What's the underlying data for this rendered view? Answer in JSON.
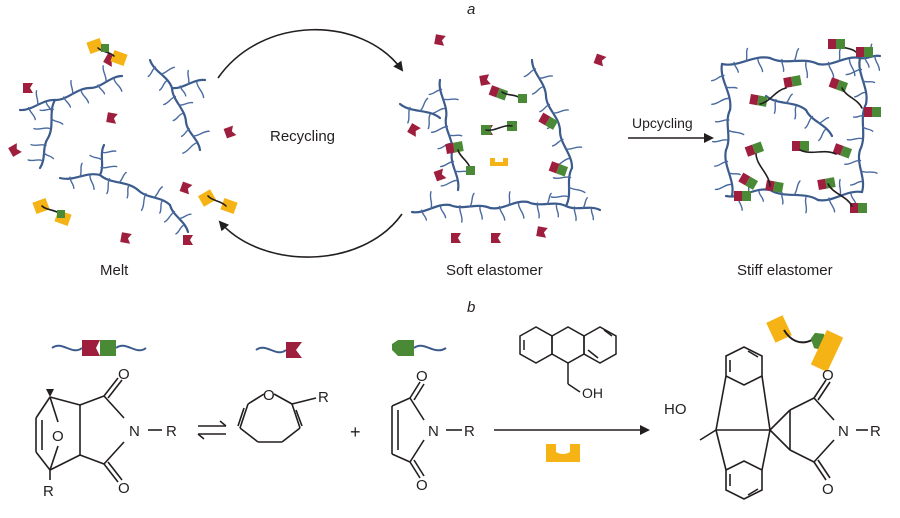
{
  "panel_a": {
    "letter": "a",
    "recycling_label": "Recycling",
    "upcycling_label": "Upcycling",
    "states": {
      "melt": "Melt",
      "soft": "Soft elastomer",
      "stiff": "Stiff elastomer"
    }
  },
  "panel_b": {
    "letter": "b",
    "chem": {
      "O": "O",
      "N": "N",
      "R": "R",
      "OH": "OH",
      "HO": "HO",
      "plus": "+"
    }
  },
  "colors": {
    "backbone": "#3b5b8c",
    "sidechain": "#4a6aa0",
    "furan_red": "#9e1f3d",
    "maleimide_green": "#4a8a36",
    "linker": "#231f20",
    "crosslinker_yellow": "#f5b315",
    "arrow": "#231f20",
    "bond": "#231f20"
  }
}
